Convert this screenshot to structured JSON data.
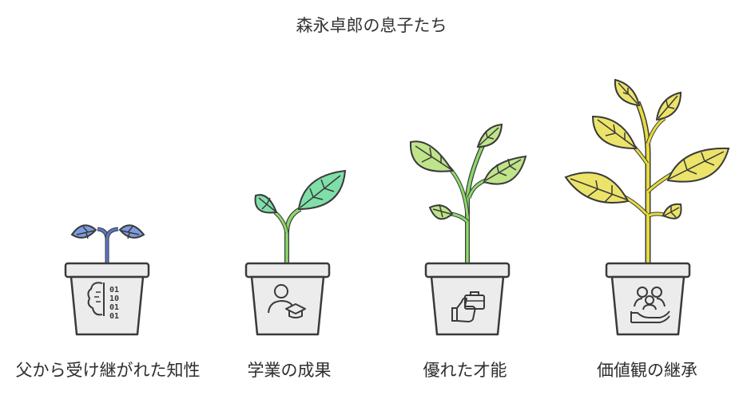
{
  "title": "森永卓郎の息子たち",
  "stages": [
    {
      "label": "父から受け継がれた知性",
      "icon": "binary-brain-icon",
      "leaf_color": "#7d9be0"
    },
    {
      "label": "学業の成果",
      "icon": "graduate-icon",
      "leaf_color": "#7fdfa8"
    },
    {
      "label": "優れた才能",
      "icon": "thumbs-up-briefcase-icon",
      "leaf_color": "#bfe48a"
    },
    {
      "label": "価値観の継承",
      "icon": "family-care-icon",
      "leaf_color": "#ece46a"
    }
  ],
  "colors": {
    "pot": "#ececec",
    "stroke": "#3a3a3a",
    "stem_blue": "#5b78c7",
    "stem_green": "#8bd96a",
    "stem_yellow": "#e6dc3c"
  }
}
